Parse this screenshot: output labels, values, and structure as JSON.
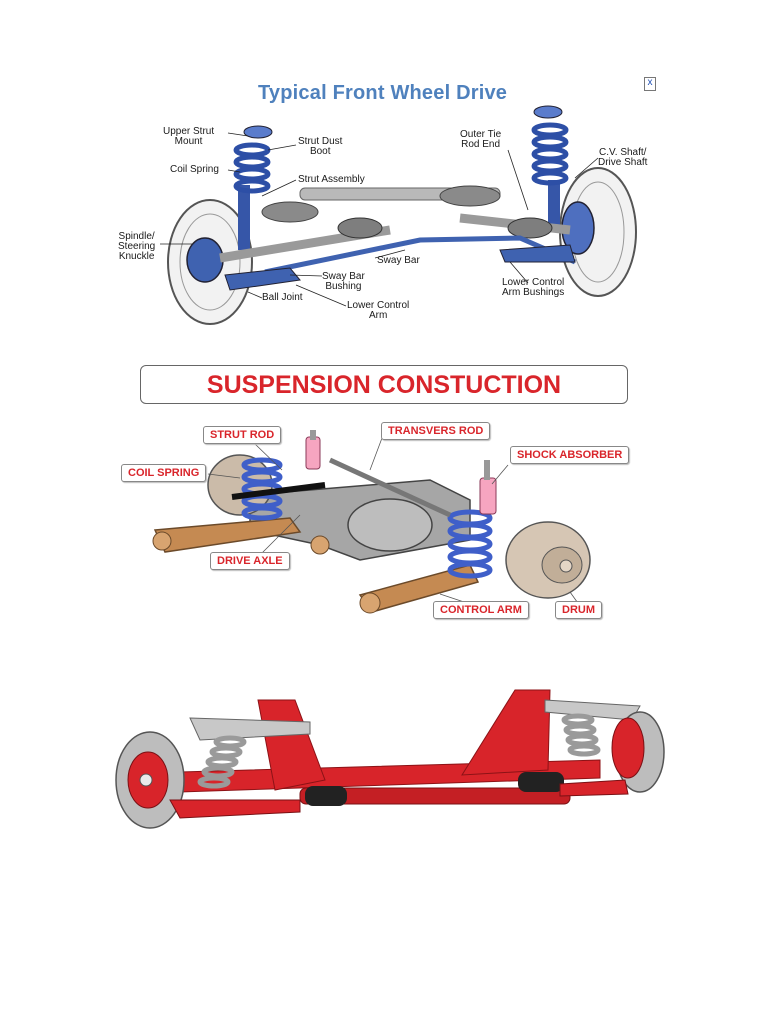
{
  "figure1": {
    "title": "Typical Front Wheel Drive",
    "broken_image_glyph": "x",
    "labels": {
      "upper_strut_mount": "Upper Strut\nMount",
      "strut_dust_boot": "Strut Dust\nBoot",
      "coil_spring": "Coil Spring",
      "strut_assembly": "Strut Assembly",
      "spindle": "Spindle/\nSteering\nKnuckle",
      "sway_bar": "Sway Bar",
      "sway_bar_bushing": "Sway Bar\nBushing",
      "ball_joint": "Ball Joint",
      "lower_control_arm": "Lower Control\nArm",
      "outer_tie_rod_end": "Outer Tie\nRod End",
      "cv_shaft": "C.V. Shaft/\nDrive Shaft",
      "lower_control_arm_bushings": "Lower Control\nArm Bushings"
    }
  },
  "figure2": {
    "banner": "SUSPENSION CONSTUCTION",
    "labels": {
      "strut_rod": "STRUT ROD",
      "transvers_rod": "TRANSVERS ROD",
      "coil_spring": "COIL SPRING",
      "shock_absorber": "SHOCK ABSORBER",
      "drive_axle": "DRIVE AXLE",
      "control_arm": "CONTROL ARM",
      "drum": "DRUM"
    }
  },
  "colors": {
    "title_blue": "#4f81bd",
    "banner_red": "#d9252b",
    "spring_blue": "#3f5fc9",
    "axle_red": "#d8242a",
    "arm_brown": "#c58a52"
  }
}
